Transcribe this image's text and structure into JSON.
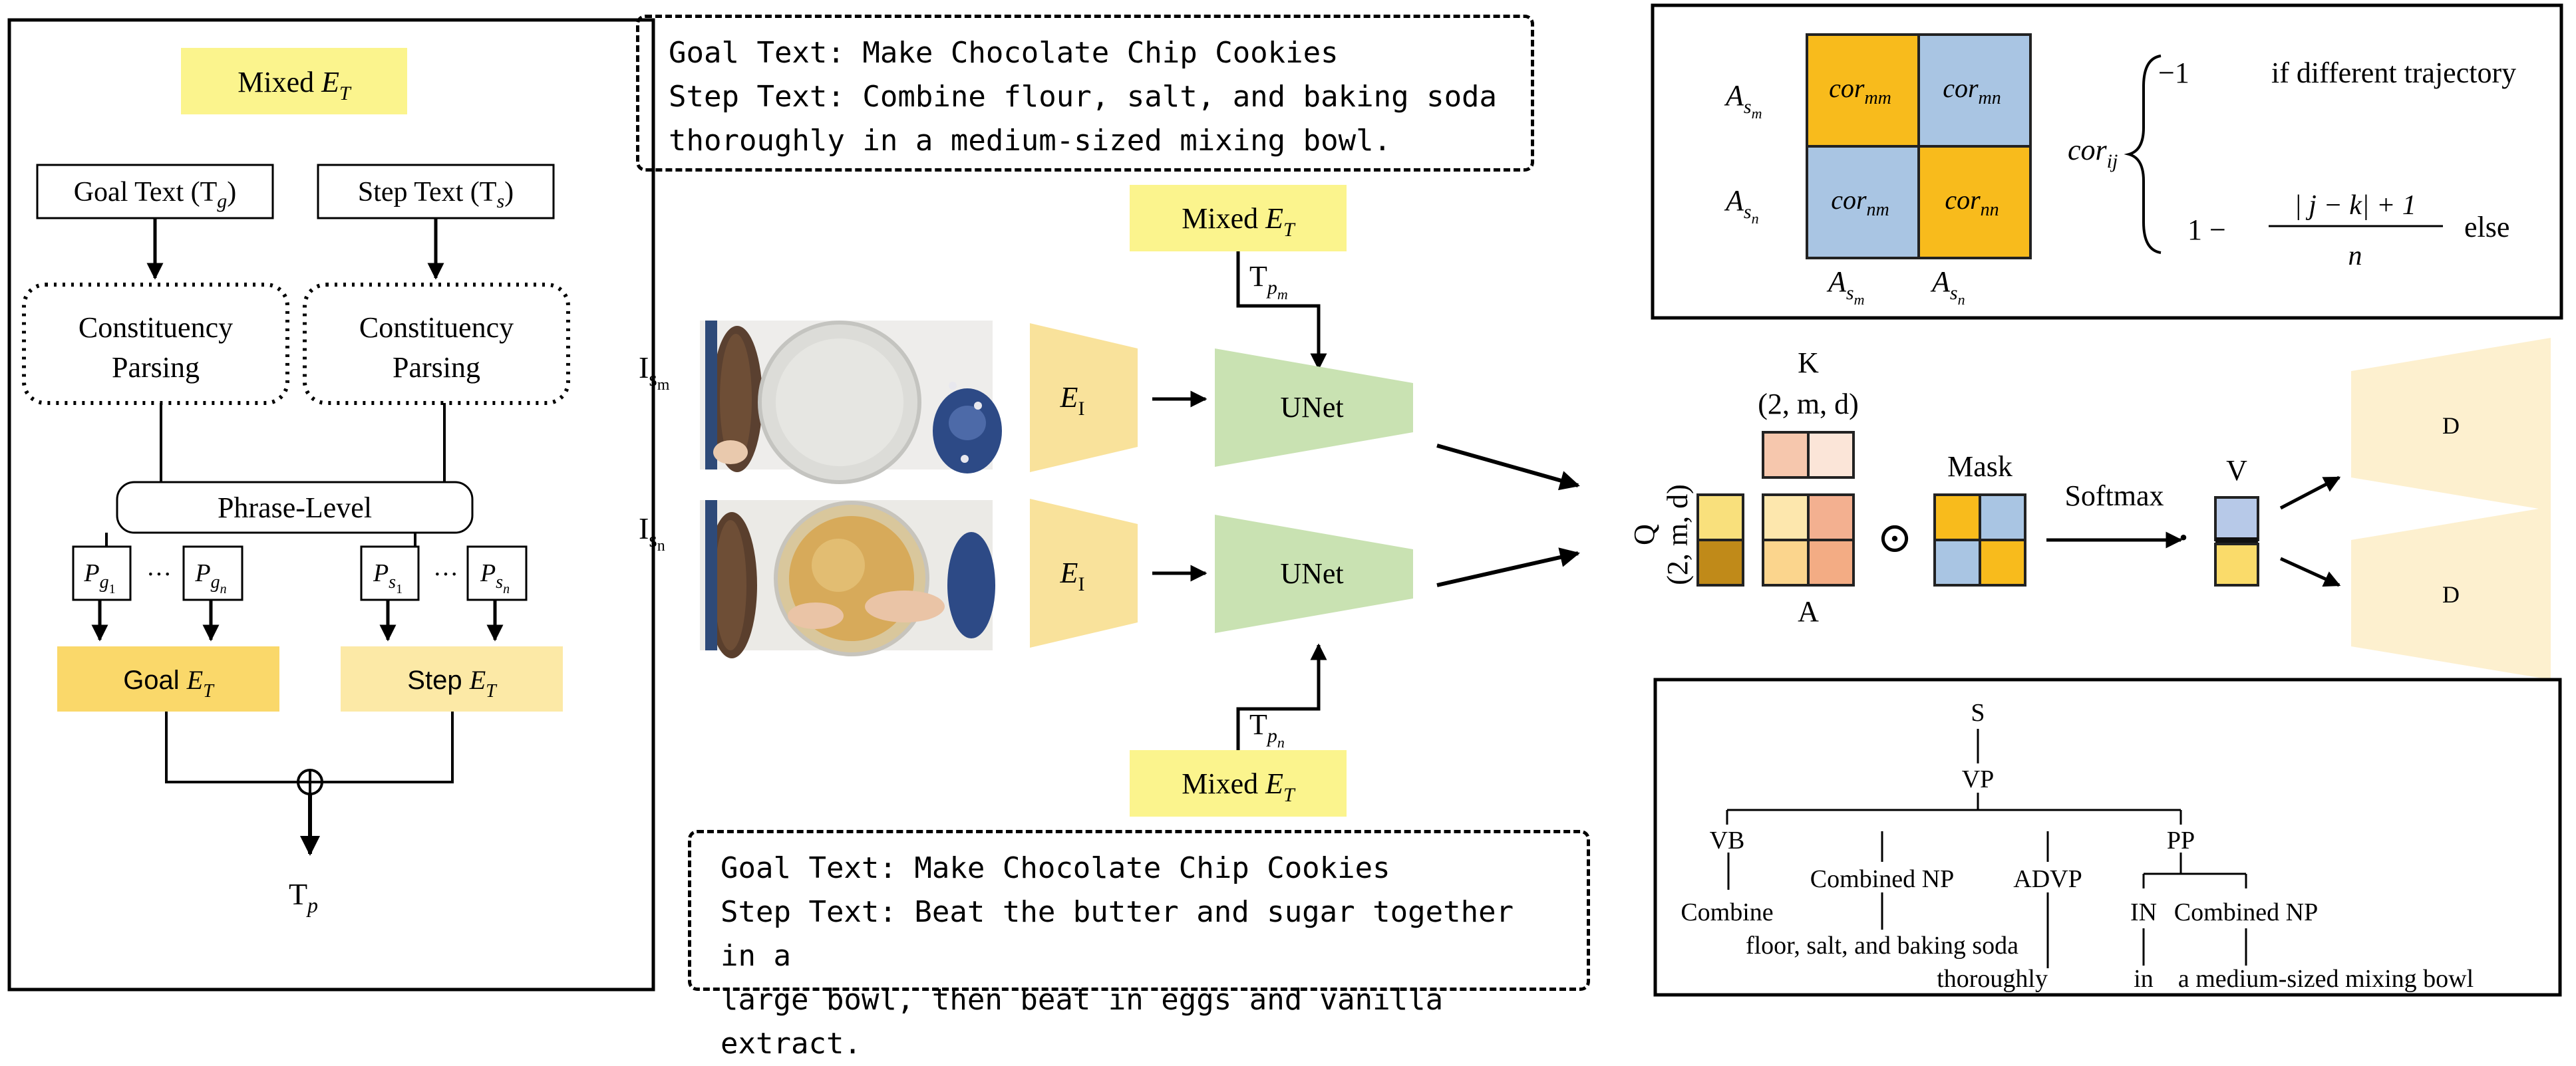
{
  "left_panel": {
    "mixed_label": "Mixed ",
    "et_sym": "E",
    "et_sub": "T",
    "goal_text": "Goal Text (T",
    "goal_text_sub": "g",
    "step_text": "Step Text (T",
    "step_text_sub": "s",
    "close_paren": ")",
    "constituency": [
      "Constituency",
      "Parsing"
    ],
    "phrase_level": "Phrase-Level",
    "p_sym": "P",
    "p_sub_g": "g",
    "p_sub_s": "s",
    "idx_1": "1",
    "idx_n": "n",
    "dots": "···",
    "goal_et": "Goal ",
    "step_et": "Step ",
    "tp": "T",
    "tp_sub": "p"
  },
  "middle": {
    "top_text_lines": [
      "Goal Text: Make Chocolate Chip Cookies",
      "Step Text: Combine flour, salt, and baking soda",
      "thoroughly in a medium-sized mixing bowl."
    ],
    "bottom_text_lines": [
      "Goal Text: Make Chocolate Chip Cookies",
      "Step Text: Beat the butter and sugar together in a",
      "large bowl, then beat in eggs and vanilla extract."
    ],
    "mixed_label": "Mixed ",
    "tpm": "T",
    "tpm_sub": "p",
    "tpm_subsub": "m",
    "tpn_subsub": "n",
    "ism": "I",
    "ism_sub": "s",
    "ism_subsub": "m",
    "isn_subsub": "n",
    "ei": "E",
    "ei_sub": "I",
    "unet": "UNet"
  },
  "attention": {
    "k_label": "K",
    "k_dims": "(2, m, d)",
    "q_label": "Q",
    "q_dims": "(2, m, d)",
    "a_label": "A",
    "mask_label": "Mask",
    "odot": "⊙",
    "softmax_label": "Softmax",
    "dot": "·",
    "v_label": "V",
    "d_label": "D"
  },
  "correlation": {
    "a_sym": "A",
    "s_sub": "s",
    "m": "m",
    "n": "n",
    "cells": [
      "cor",
      "mm",
      "mn",
      "nm",
      "nn"
    ],
    "cor_ij": "cor",
    "ij": "ij",
    "case1_val": "−1",
    "case1_cond": "if different trajectory",
    "case2_one": "1 −",
    "case2_num": "| j − k| + 1",
    "case2_den": "n",
    "case2_cond": "else"
  },
  "parse_tree": {
    "S": "S",
    "VP": "VP",
    "VB": "VB",
    "NP1": "Combined NP",
    "ADVP": "ADVP",
    "PP": "PP",
    "IN": "IN",
    "NP2": "Combined NP",
    "w_combine": "Combine",
    "w_floor": "floor, salt, and baking soda",
    "w_thoroughly": "thoroughly",
    "w_in": "in",
    "w_bowl": "a medium-sized mixing bowl"
  },
  "colors": {
    "light_yellow": "#fbf48d",
    "goal_et": "#fad86a",
    "step_et": "#fce9a6",
    "encoder": "#f9e29b",
    "unet": "#c9e2b2",
    "decoder": "#fdf0cf",
    "blue": "#a9c5e3",
    "orange": "#f8bb1c"
  }
}
